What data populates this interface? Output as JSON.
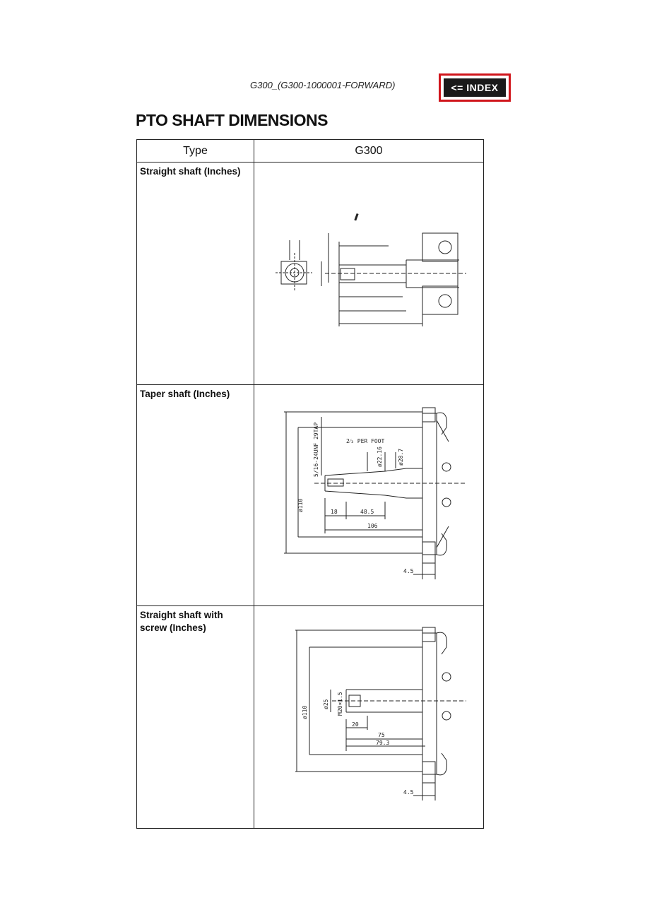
{
  "header": {
    "model_line": "G300_(G300-1000001-FORWARD)",
    "index_label": "<= INDEX"
  },
  "title": "PTO SHAFT DIMENSIONS",
  "table": {
    "headers": [
      "Type",
      "G300"
    ],
    "rows": [
      {
        "type": "Straight shaft (Inches)"
      },
      {
        "type": "Taper shaft (Inches)",
        "labels": [
          "2⁄₃ PER FOOT",
          "5/16-24UNF 29TAP",
          "ø110",
          "ø22.16",
          "ø28.7",
          "18",
          "48.5",
          "106",
          "4.5"
        ]
      },
      {
        "type": "Straight shaft with screw (Inches)",
        "labels": [
          "ø25",
          "M20×1.5",
          "ø110",
          "20",
          "75",
          "79.3",
          "4.5"
        ]
      }
    ]
  },
  "colors": {
    "index_border": "#d0151b",
    "index_bg": "#1a1a1a"
  }
}
